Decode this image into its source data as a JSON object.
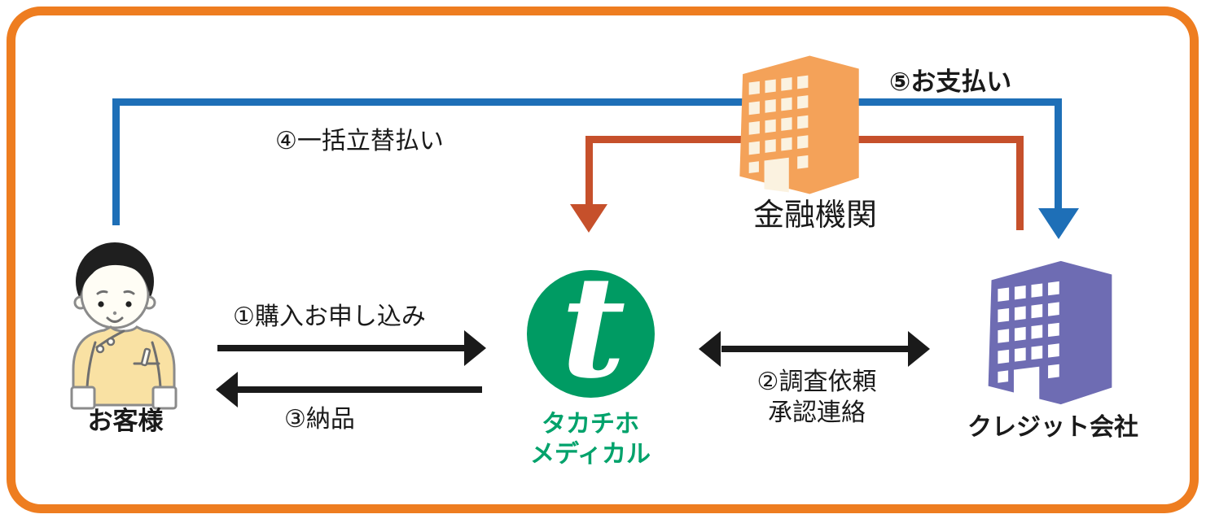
{
  "diagram": {
    "title_implied": "",
    "nodes": {
      "customer": {
        "label": "お客様"
      },
      "takachiho": {
        "name_line1": "タカチホ",
        "name_line2": "メディカル",
        "logo_letter": "t"
      },
      "bank": {
        "label": "金融機関"
      },
      "credit_company": {
        "label": "クレジット会社"
      }
    },
    "flows": {
      "step1": {
        "label": "①購入お申し込み",
        "from": "customer",
        "to": "takachiho",
        "style": "black-arrow"
      },
      "step2": {
        "label_line1": "②調査依頼",
        "label_line2": "承認連絡",
        "between": "takachiho ↔ クレジット会社",
        "style": "black-double-arrow"
      },
      "step3": {
        "label": "③納品",
        "from": "takachiho",
        "to": "customer",
        "style": "black-arrow"
      },
      "step4": {
        "label": "④一括立替払い",
        "from": "credit_company",
        "to": "takachiho",
        "via": "bank",
        "style": "red-arrow"
      },
      "step5": {
        "label": "⑤お支払い",
        "from": "customer",
        "to": "credit_company",
        "via": "bank",
        "style": "blue-arrow"
      }
    },
    "colors": {
      "border_orange": "#ee7d20",
      "arrow_blue": "#1e6fb7",
      "arrow_red": "#c6502b",
      "bank_building_orange": "#f4a259",
      "bank_window_cream": "#fbf2e0",
      "credit_building_purple": "#6e6cb3",
      "credit_window_white": "#ffffff",
      "takachiho_green": "#009b63",
      "takachiho_text_green": "#00a26b",
      "text_black": "#1a1a1a",
      "customer_shirt_yellow": "#f9e1a3",
      "customer_skin": "#fffdf5",
      "customer_hair": "#1f1f1f",
      "customer_outline_gray": "#8b8b8b"
    }
  }
}
